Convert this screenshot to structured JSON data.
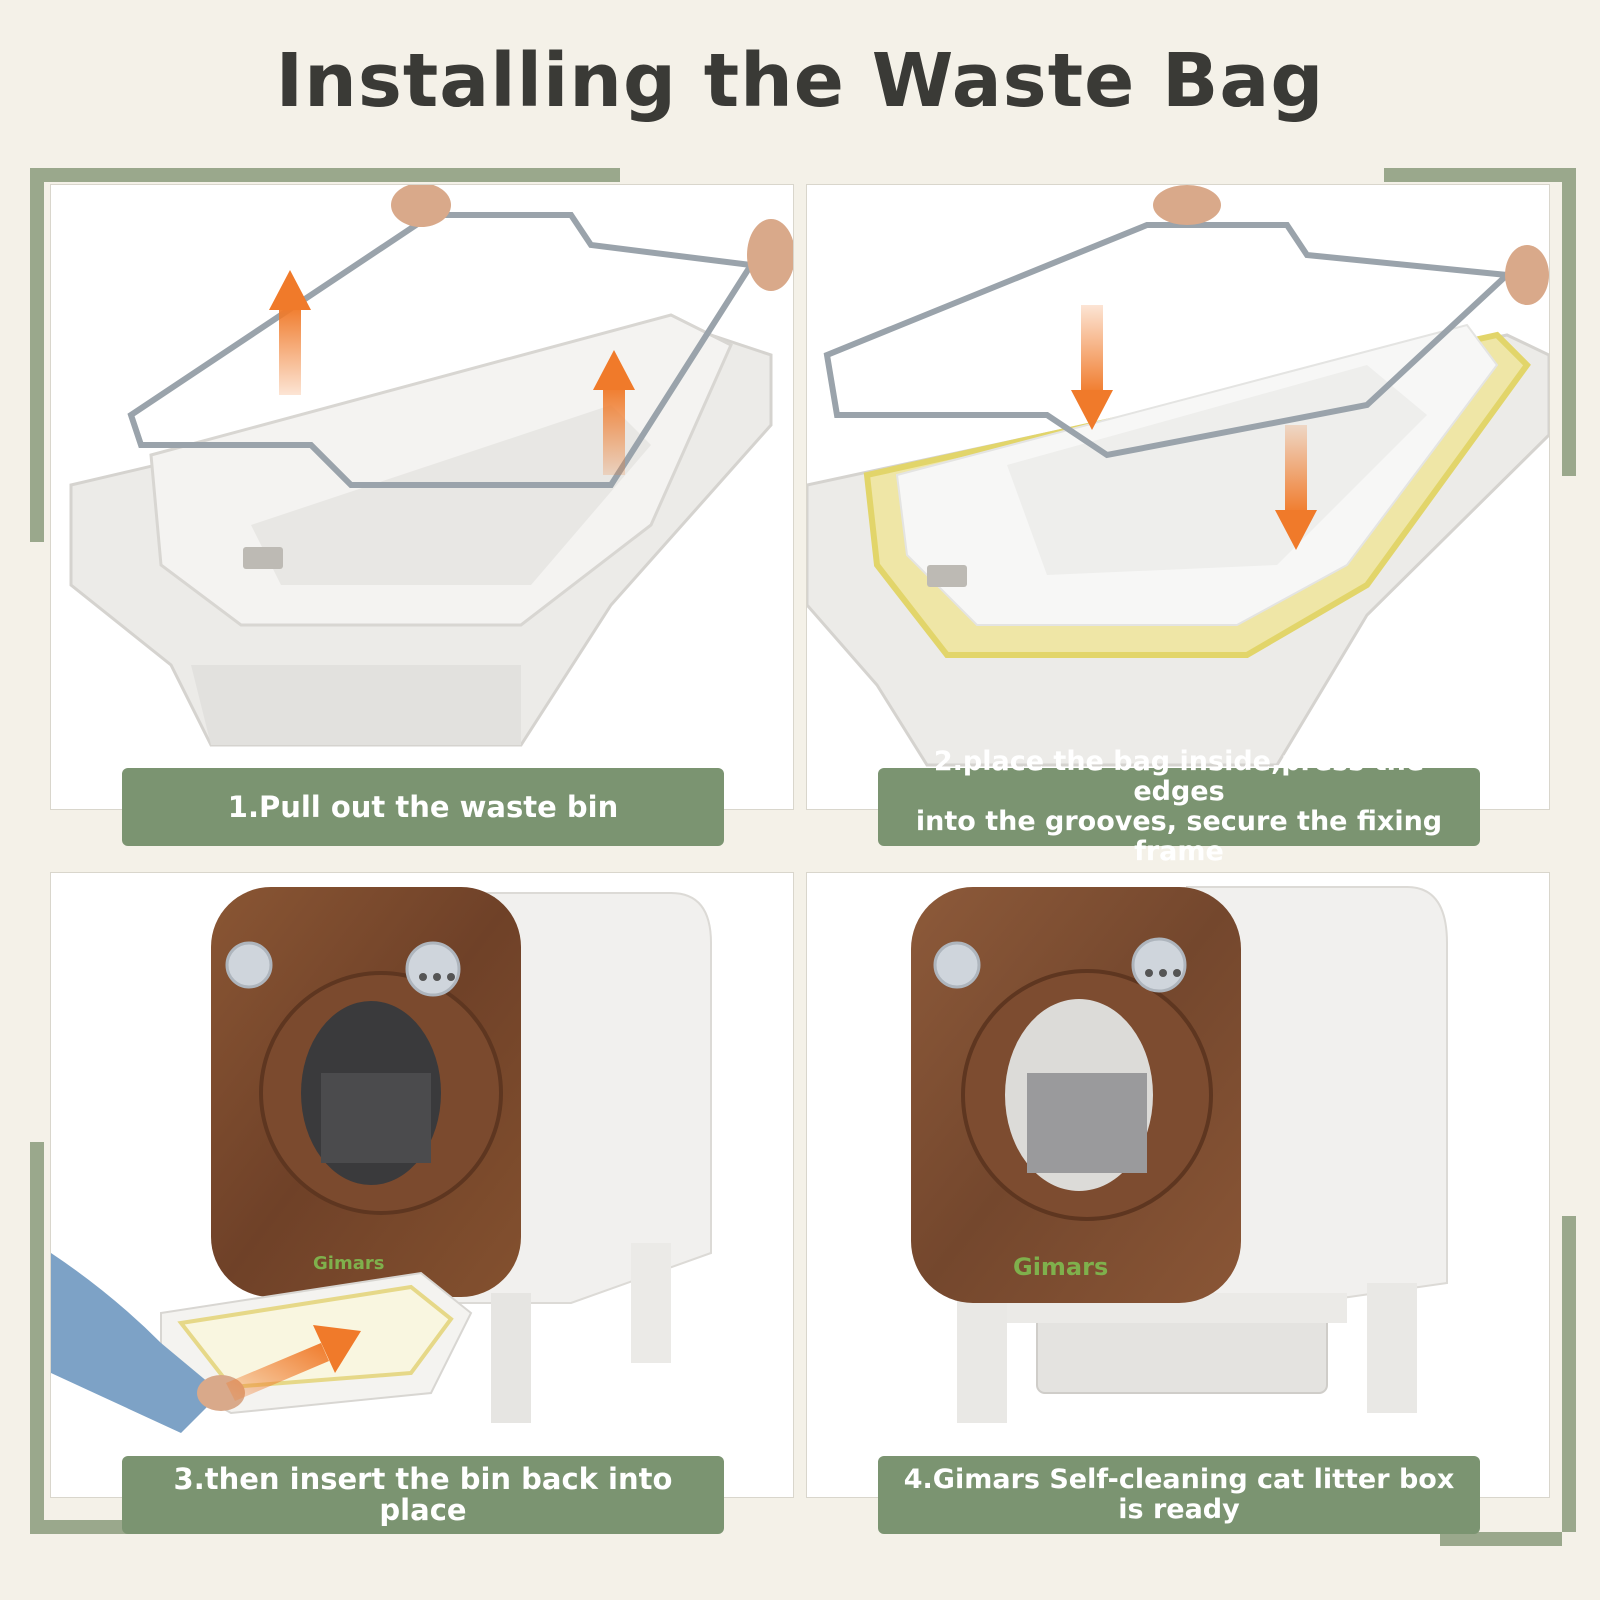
{
  "title": "Installing the Waste Bag",
  "steps": [
    {
      "caption": "1.Pull out the waste bin"
    },
    {
      "caption_line1": "2.place the bag inside,press the edges",
      "caption_line2": "into the grooves, secure the fixing frame"
    },
    {
      "caption": "3.then insert the bin back into place"
    },
    {
      "caption_line1": "4.Gimars Self-cleaning cat litter box",
      "caption_line2": "is ready"
    }
  ],
  "brand_logo": "Gimars",
  "colors": {
    "background": "#f4f1e8",
    "accent_green": "#7b9471",
    "frame_green": "#9aa88c",
    "arrow_orange": "#f07a2a",
    "wood_brown": "#7a4a2e"
  }
}
